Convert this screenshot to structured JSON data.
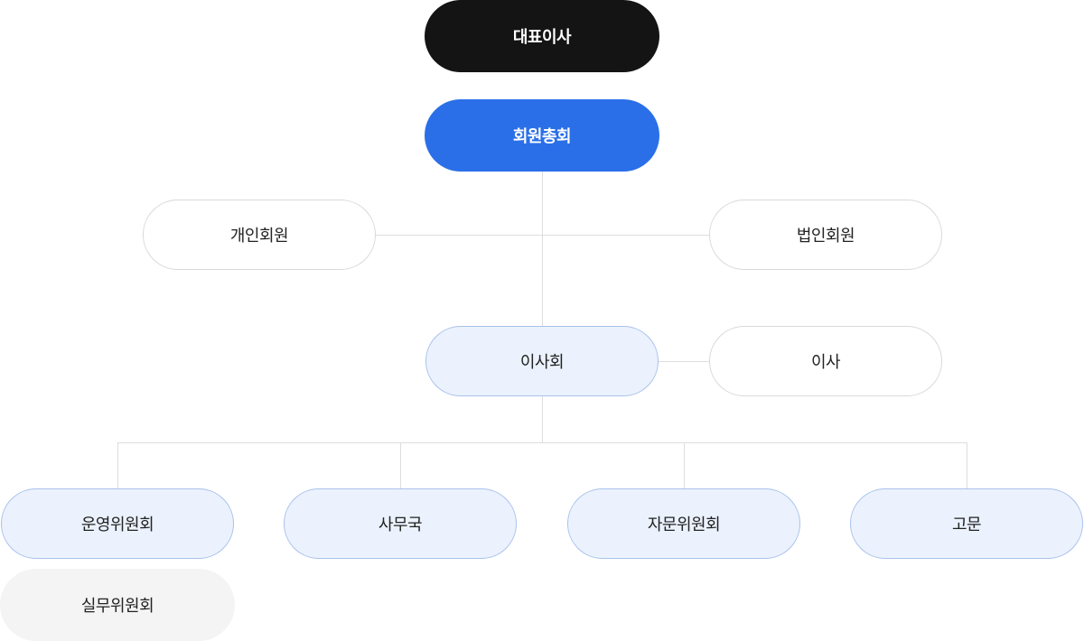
{
  "org_chart": {
    "ceo": "대표이사",
    "general_assembly": "회원총회",
    "individual_members": "개인회원",
    "corporate_members": "법인회원",
    "board": "이사회",
    "directors": "이사",
    "operating_committee": "운영위원회",
    "secretariat": "사무국",
    "advisory_committee": "자문위원회",
    "advisor": "고문",
    "working_committee": "실무위원회"
  },
  "colors": {
    "ceo_bg": "#141414",
    "assembly_bg": "#2a6fe8",
    "light_node_bg": "#ebf2fd",
    "light_node_border": "#a9c2ec",
    "gray_node_bg": "#f4f4f4",
    "connector": "#dddddd"
  }
}
